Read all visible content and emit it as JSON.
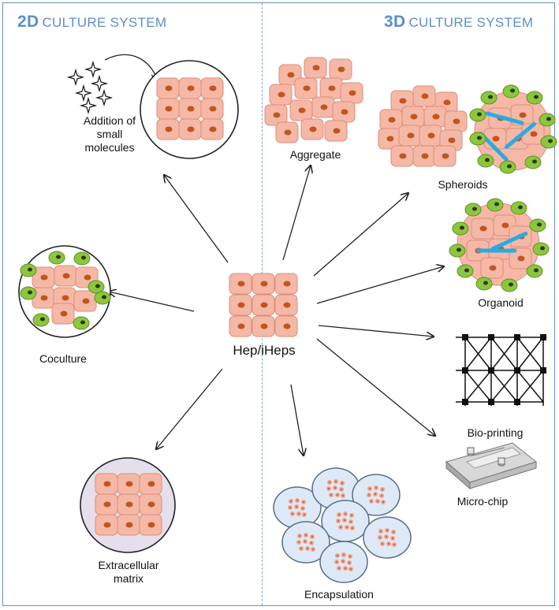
{
  "headers": {
    "left": {
      "prefix": "2D",
      "rest": "CULTURE SYSTEM"
    },
    "right": {
      "prefix": "3D",
      "rest": "CULTURE SYSTEM"
    }
  },
  "center": {
    "label": "Hep/iHeps"
  },
  "nodes": {
    "small_molecules": {
      "line1": "Addition of",
      "line2": "small",
      "line3": "molecules"
    },
    "coculture": {
      "label": "Coculture"
    },
    "ecm": {
      "line1": "Extracellular",
      "line2": "matrix"
    },
    "aggregate": {
      "label": "Aggregate"
    },
    "spheroids": {
      "label": "Spheroids"
    },
    "organoid": {
      "label": "Organoid"
    },
    "bioprinting": {
      "label": "Bio-printing"
    },
    "microchip": {
      "label": "Micro-chip"
    },
    "encapsulation": {
      "label": "Encapsulation"
    }
  },
  "colors": {
    "accent": "#5b8ec9",
    "cell_fill": "#f6b8a6",
    "nucleus": "#c0561e",
    "green_cell": "#8cc63f",
    "blue_fiber": "#29abe2",
    "capsule": "#dde9f6"
  }
}
